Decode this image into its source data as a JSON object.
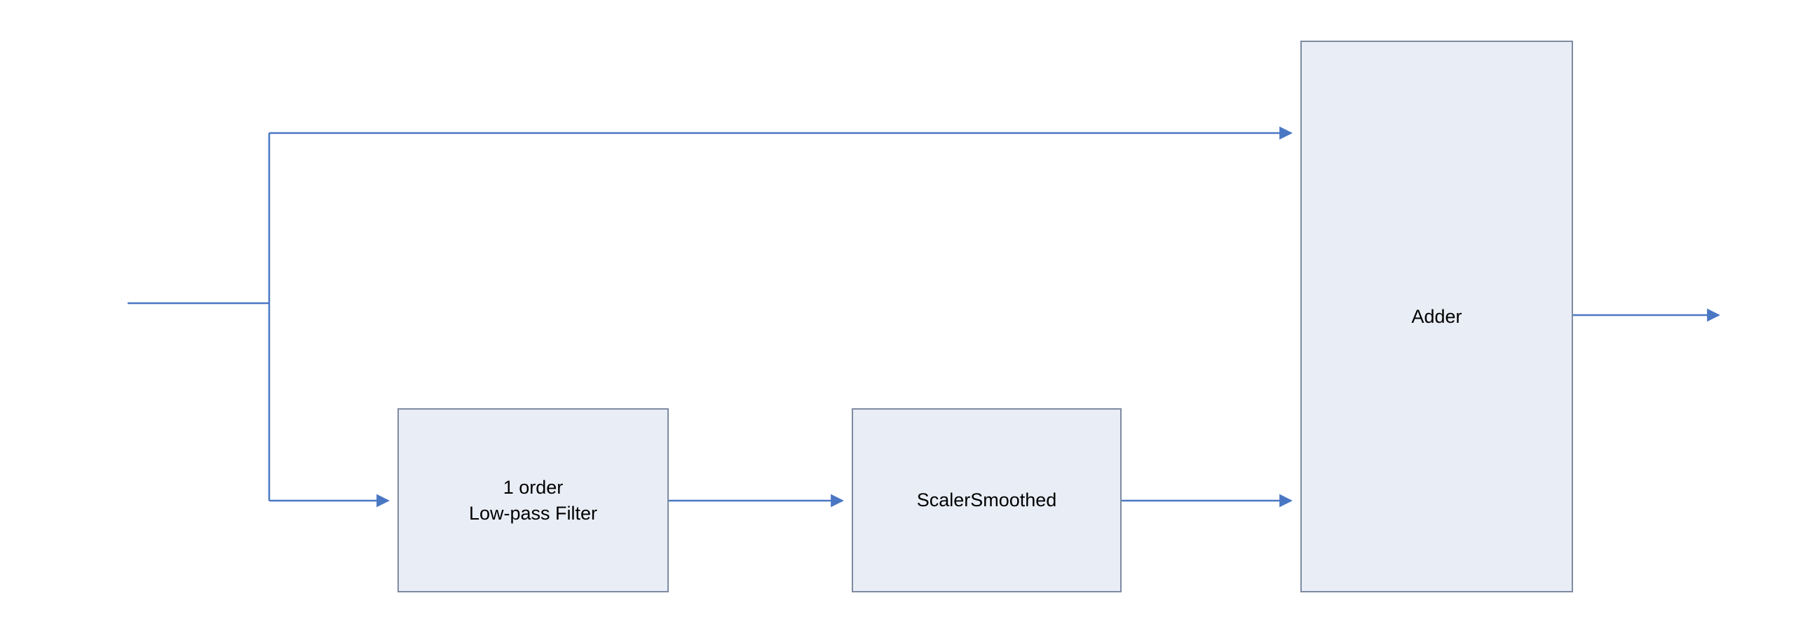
{
  "diagram": {
    "title": "signal-flow block diagram",
    "blocks": {
      "lowpass": {
        "label_line1": "1 order",
        "label_line2": "Low-pass Filter"
      },
      "scaler": {
        "label": "ScalerSmoothed"
      },
      "adder": {
        "label": "Adder"
      }
    },
    "connectors": [
      {
        "name": "input-stub",
        "from": "external-input",
        "to": "branch-point"
      },
      {
        "name": "branch-vertical",
        "from": "branch-point-top",
        "to": "branch-point-bottom"
      },
      {
        "name": "direct-path-to-adder",
        "from": "branch-point",
        "to": "adder"
      },
      {
        "name": "branch-to-lowpass",
        "from": "branch-point",
        "to": "lowpass"
      },
      {
        "name": "lowpass-to-scaler",
        "from": "lowpass",
        "to": "scaler"
      },
      {
        "name": "scaler-to-adder",
        "from": "scaler",
        "to": "adder"
      },
      {
        "name": "adder-output",
        "from": "adder",
        "to": "external-output"
      }
    ],
    "colors": {
      "block_fill": "#e9edf6",
      "block_border": "#7d8ba1",
      "connector": "#4a77c4",
      "arrowhead": "#4a77c4",
      "text": "#000000",
      "background": "#ffffff"
    }
  }
}
